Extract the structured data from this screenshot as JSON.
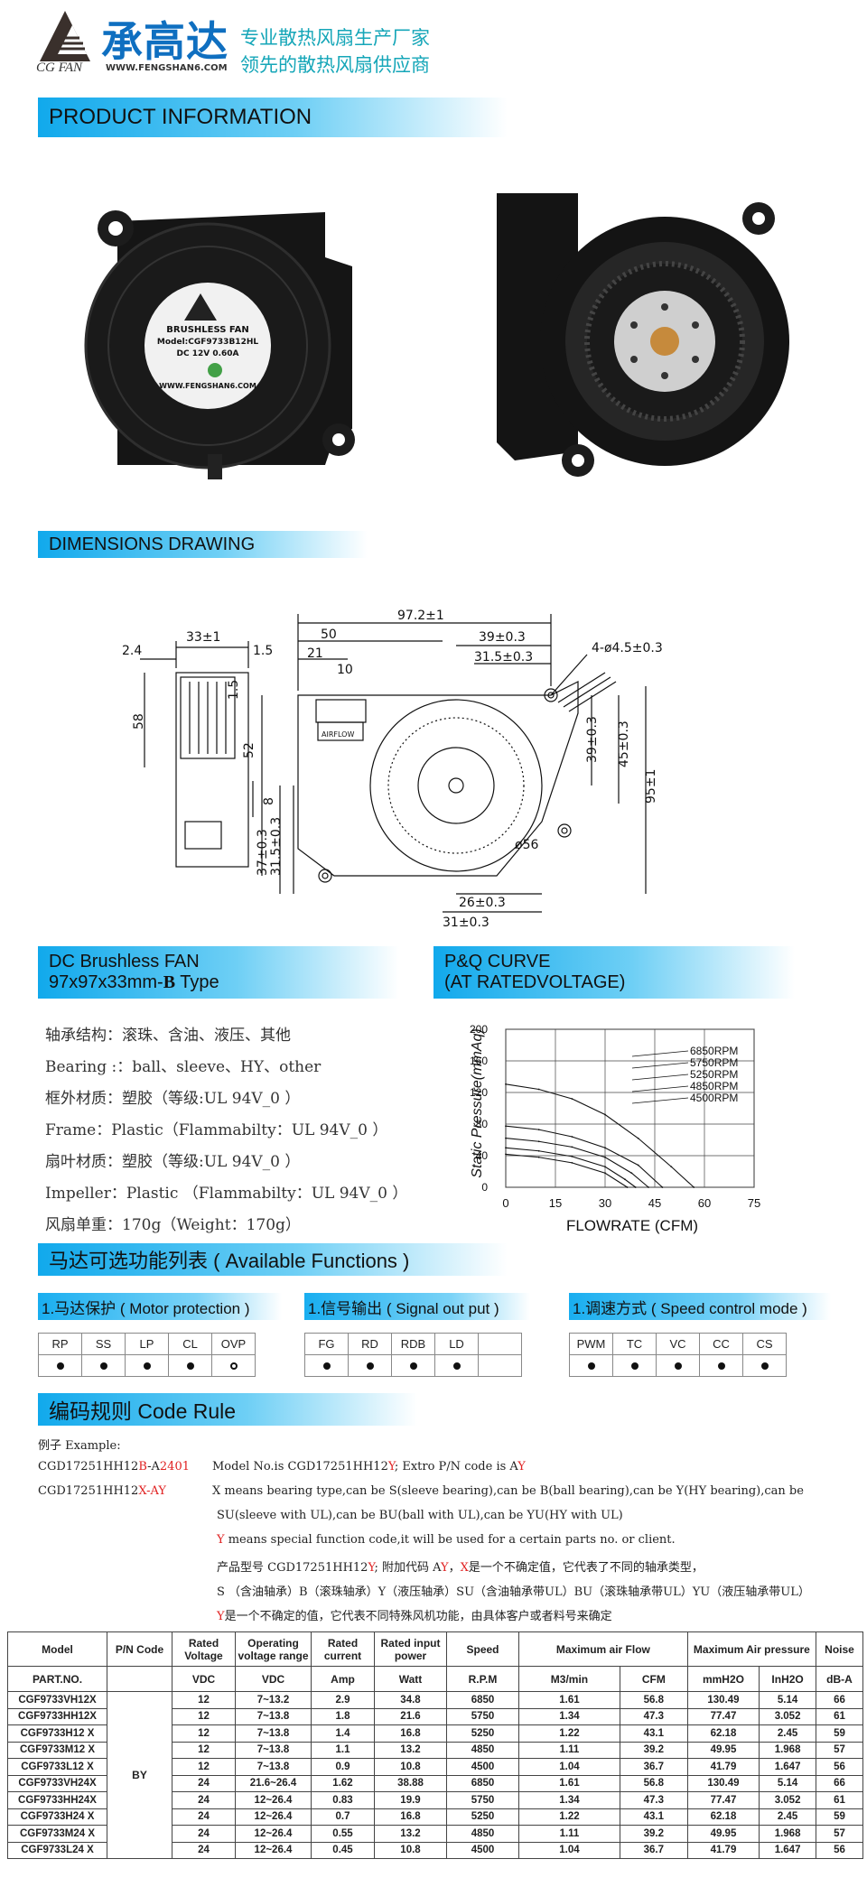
{
  "header": {
    "logo_cn": "承高达",
    "logo_en": "CG FAN",
    "logo_url": "WWW.FENGSHAN6.COM",
    "slogan_1": "专业散热风扇生产厂家",
    "slogan_2": "领先的散热风扇供应商"
  },
  "sections": {
    "product_info": "PRODUCT  INFORMATION",
    "dimensions": "DIMENSIONS  DRAWING",
    "fan_title_1": "DC  Brushless  FAN",
    "fan_title_2a": "97x97x33mm-",
    "fan_title_2b": "B",
    "fan_title_2c": " Type",
    "pq_title_1": "P&Q  CURVE",
    "pq_title_2": "(AT  RATEDVOLTAGE)",
    "functions": "马达可选功能列表 ( Available  Functions )",
    "code_rule": "编码规则 Code  Rule"
  },
  "fan_label": {
    "line1": "BRUSHLESS FAN",
    "line2": "Model:CGF9733B12HL",
    "line3": "DC 12V  0.60A",
    "line4": "WWW.FENGSHAN6.COM"
  },
  "drawing": {
    "side": [
      "33±1",
      "2.4",
      "1.5",
      "58",
      "8"
    ],
    "front": [
      "97.2±1",
      "50",
      "39±0.3",
      "21",
      "31.5±0.3",
      "10",
      "4-ø4.5±0.3",
      "1.5",
      "52",
      "39±0.3",
      "45±0.3",
      "95±1",
      "37±0.3",
      "31.5±0.3",
      "ø56",
      "26±0.3",
      "31±0.3",
      "AIRFLOW"
    ]
  },
  "specs": [
    "轴承结构：滚珠、含油、液压、其他",
    "Bearing :：ball、sleeve、HY、other",
    "框外材质：塑胶（等级:UL 94V_0 ）",
    "Frame：Plastic（Flammabilty：UL 94V_0 ）",
    "扇叶材质：塑胶（等级:UL 94V_0 ）",
    "Impeller：Plastic （Flammabilty：UL 94V_0 ）",
    "风扇单重：170g（Weight：170g）"
  ],
  "chart_data": {
    "type": "line",
    "title": "",
    "xlabel": "FLOWRATE (CFM)",
    "ylabel": "Static  Pressure(mmAq)",
    "xlim": [
      0,
      75
    ],
    "ylim": [
      0,
      200
    ],
    "x_ticks": [
      0,
      15,
      30,
      45,
      60,
      75
    ],
    "y_ticks": [
      0,
      40,
      80,
      120,
      160,
      200
    ],
    "grid": true,
    "legend": "top-right",
    "series": [
      {
        "name": "6850RPM",
        "x": [
          0,
          10,
          20,
          30,
          40,
          50,
          56.8
        ],
        "y": [
          130.49,
          124,
          112,
          92,
          62,
          26,
          0
        ]
      },
      {
        "name": "5750RPM",
        "x": [
          0,
          10,
          20,
          30,
          40,
          47.3
        ],
        "y": [
          77.47,
          73,
          64,
          50,
          28,
          0
        ]
      },
      {
        "name": "5250RPM",
        "x": [
          0,
          10,
          20,
          30,
          38,
          43.1
        ],
        "y": [
          62.18,
          58,
          51,
          38,
          18,
          0
        ]
      },
      {
        "name": "4850RPM",
        "x": [
          0,
          10,
          20,
          30,
          36,
          39.2
        ],
        "y": [
          49.95,
          46,
          39,
          26,
          10,
          0
        ]
      },
      {
        "name": "4500RPM",
        "x": [
          0,
          10,
          20,
          30,
          36.7
        ],
        "y": [
          41.79,
          38,
          31,
          18,
          0
        ]
      }
    ]
  },
  "functions": {
    "groups": [
      {
        "title": "1.马达保护 ( Motor  protection )",
        "items": [
          "RP",
          "SS",
          "LP",
          "CL",
          "OVP"
        ],
        "marks": [
          "dot",
          "dot",
          "dot",
          "dot",
          "ring"
        ]
      },
      {
        "title": "1.信号输出 ( Signal  out  put )",
        "items": [
          "FG",
          "RD",
          "RDB",
          "LD",
          ""
        ],
        "marks": [
          "dot",
          "dot",
          "dot",
          "dot",
          ""
        ]
      },
      {
        "title": "1.调速方式 ( Speed  control mode )",
        "items": [
          "PWM",
          "TC",
          "VC",
          "CC",
          "CS"
        ],
        "marks": [
          "dot",
          "dot",
          "dot",
          "dot",
          "dot"
        ]
      }
    ]
  },
  "code_rule": {
    "example_label": "例子 Example:",
    "code1_a": "CGD17251HH12",
    "code1_b": "B",
    "code1_c": "-A",
    "code1_d": "2401",
    "model_a": "Model No.is CGD17251HH12",
    "model_b": "Y",
    "model_c": "; Extro P/N code is A",
    "model_d": "Y",
    "code2_a": "CGD17251HH12",
    "code2_b": "X",
    "code2_c": "-A",
    "code2_d": "Y",
    "desc1": "X means bearing type,can be S(sleeve bearing),can be B(ball bearing),can be Y(HY bearing),can be",
    "desc2": "SU(sleeve with UL),can be BU(ball with UL),can be YU(HY with UL)",
    "desc3_a": "Y",
    "desc3_b": " means special function code,it will be used for a certain parts no. or client.",
    "desc4_a": "产品型号 CGD17251HH12",
    "desc4_b": "Y",
    "desc4_c": "; 附加代码 A",
    "desc4_d": "Y",
    "desc4_e": "，",
    "desc4_f": "X",
    "desc4_g": "是一个不确定值，它代表了不同的轴承类型，",
    "desc5": "S （含油轴承）B（滚珠轴承）Y（液压轴承）SU（含油轴承带UL）BU（滚珠轴承带UL）YU（液压轴承带UL）",
    "desc6_a": "Y",
    "desc6_b": "是一个不确定的值，它代表不同特殊风机功能，由具体客户或者料号来确定"
  },
  "table": {
    "headers": [
      "Model",
      "P/N Code",
      "Rated Voltage",
      "Operating voltage range",
      "Rated current",
      "Rated input power",
      "Speed",
      "Maximum air Flow",
      "Maximum Air pressure",
      "Noise"
    ],
    "units": [
      "PART.NO.",
      "VDC",
      "VDC",
      "Amp",
      "Watt",
      "R.P.M",
      "M3/min",
      "CFM",
      "mmH2O",
      "InH2O",
      "dB-A"
    ],
    "pn_code": "BY",
    "rows": [
      [
        "CGF9733VH12X",
        "12",
        "7~13.2",
        "2.9",
        "34.8",
        "6850",
        "1.61",
        "56.8",
        "130.49",
        "5.14",
        "66"
      ],
      [
        "CGF9733HH12X",
        "12",
        "7~13.8",
        "1.8",
        "21.6",
        "5750",
        "1.34",
        "47.3",
        "77.47",
        "3.052",
        "61"
      ],
      [
        "CGF9733H12 X",
        "12",
        "7~13.8",
        "1.4",
        "16.8",
        "5250",
        "1.22",
        "43.1",
        "62.18",
        "2.45",
        "59"
      ],
      [
        "CGF9733M12 X",
        "12",
        "7~13.8",
        "1.1",
        "13.2",
        "4850",
        "1.11",
        "39.2",
        "49.95",
        "1.968",
        "57"
      ],
      [
        "CGF9733L12 X",
        "12",
        "7~13.8",
        "0.9",
        "10.8",
        "4500",
        "1.04",
        "36.7",
        "41.79",
        "1.647",
        "56"
      ],
      [
        "CGF9733VH24X",
        "24",
        "21.6~26.4",
        "1.62",
        "38.88",
        "6850",
        "1.61",
        "56.8",
        "130.49",
        "5.14",
        "66"
      ],
      [
        "CGF9733HH24X",
        "24",
        "12~26.4",
        "0.83",
        "19.9",
        "5750",
        "1.34",
        "47.3",
        "77.47",
        "3.052",
        "61"
      ],
      [
        "CGF9733H24 X",
        "24",
        "12~26.4",
        "0.7",
        "16.8",
        "5250",
        "1.22",
        "43.1",
        "62.18",
        "2.45",
        "59"
      ],
      [
        "CGF9733M24 X",
        "24",
        "12~26.4",
        "0.55",
        "13.2",
        "4850",
        "1.11",
        "39.2",
        "49.95",
        "1.968",
        "57"
      ],
      [
        "CGF9733L24 X",
        "24",
        "12~26.4",
        "0.45",
        "10.8",
        "4500",
        "1.04",
        "36.7",
        "41.79",
        "1.647",
        "56"
      ]
    ]
  },
  "colors": {
    "brand_blue": "#0f6fc0",
    "slogan_teal": "#15a6b8",
    "banner_blue": "#11a9ec",
    "highlight_red": "#e02020"
  }
}
